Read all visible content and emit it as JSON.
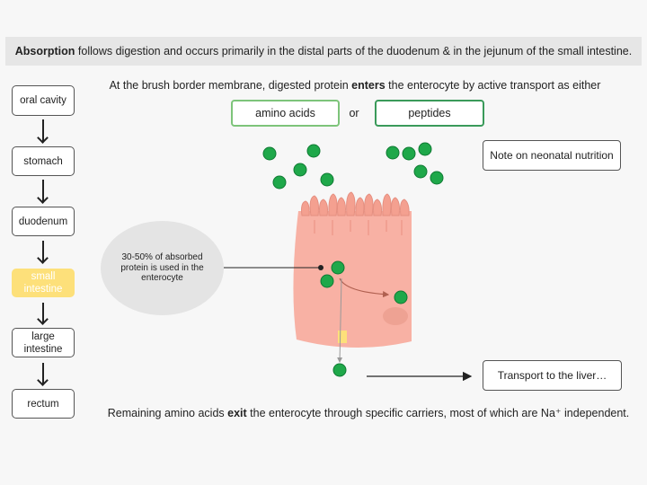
{
  "header": {
    "bold": "Absorption",
    "text": " follows digestion and occurs primarily in the distal parts of the duodenum & in the jejunum of the small intestine."
  },
  "flow": [
    "oral cavity",
    "stomach",
    "duodenum",
    "small intestine",
    "large intestine",
    "rectum"
  ],
  "intro": {
    "pre": "At the brush border membrane, digested protein ",
    "bold": "enters",
    "post": " the enterocyte by active transport as either"
  },
  "choices": {
    "amino": "amino acids",
    "or": "or",
    "peptides": "peptides"
  },
  "note": "Note on neonatal nutrition",
  "ellipse_text": "30-50% of absorbed protein is used in the enterocyte",
  "transport": "Transport to the liver…",
  "footer": {
    "pre": "Remaining amino acids ",
    "bold": "exit",
    "post": " the enterocyte through specific carriers, most of which are Na⁺ independent."
  },
  "colors": {
    "amino_green": "#1fa84a",
    "cell_pink": "#f7a89a",
    "highlight_yellow": "#fde07a"
  }
}
